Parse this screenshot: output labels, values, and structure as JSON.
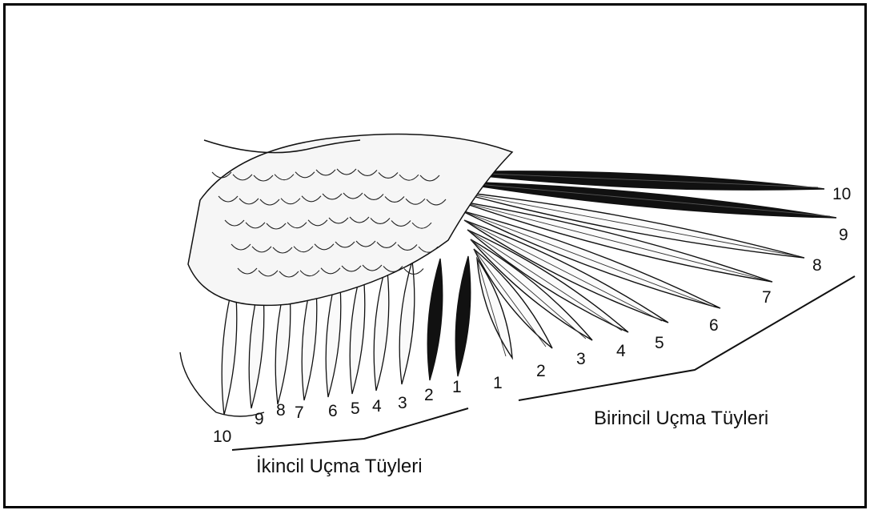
{
  "primary_numbers": [
    "1",
    "2",
    "3",
    "4",
    "5",
    "6",
    "7",
    "8",
    "9",
    "10"
  ],
  "secondary_numbers": [
    "1",
    "2",
    "3",
    "4",
    "5",
    "6",
    "7",
    "8",
    "9",
    "10"
  ],
  "primary_label": "Birincil Uçma Tüyleri",
  "secondary_label": "İkincil Uçma Tüyleri"
}
